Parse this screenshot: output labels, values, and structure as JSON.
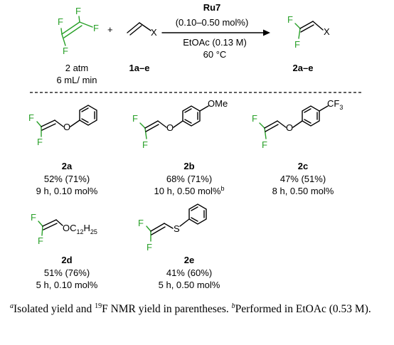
{
  "reaction": {
    "reagent_f": "F",
    "plus": "+",
    "substituent_x": "X",
    "catalyst": "Ru7",
    "loading": "(0.10–0.50 mol%)",
    "solvent": "EtOAc (0.13 M)",
    "temperature": "60 °C",
    "gas_pressure": "2 atm",
    "gas_flow": "6 mL/ min",
    "substrate_label": "1a–e",
    "product_label": "2a–e"
  },
  "products": [
    {
      "label": "2a",
      "yield": "52% (71%)",
      "conditions": "9 h, 0.10 mol%",
      "group": "O"
    },
    {
      "label": "2b",
      "yield": "68% (71%)",
      "conditions": "10 h, 0.50 mol%",
      "conditions_sup": "b",
      "group": "O",
      "substituent": "OMe"
    },
    {
      "label": "2c",
      "yield": "47% (51%)",
      "conditions": "8 h, 0.50 mol%",
      "group": "O",
      "substituent_main": "CF",
      "substituent_sub": "3"
    },
    {
      "label": "2d",
      "yield": "51% (76%)",
      "conditions": "5 h, 0.10 mol%",
      "group_main": "OC",
      "group_sub1": "12",
      "group_mid": "H",
      "group_sub2": "25"
    },
    {
      "label": "2e",
      "yield": "41% (60%)",
      "conditions": "5 h, 0.50 mol%",
      "group": "S"
    }
  ],
  "footnote": {
    "a_mark": "a",
    "a_text_1": "Isolated yield and ",
    "a_iso": "19",
    "a_text_2": "F NMR yield in parentheses. ",
    "b_mark": "b",
    "b_text": "Performed in EtOAc (0.53 M)."
  },
  "colors": {
    "fluorine": "#2aa12a",
    "text": "#000000"
  }
}
